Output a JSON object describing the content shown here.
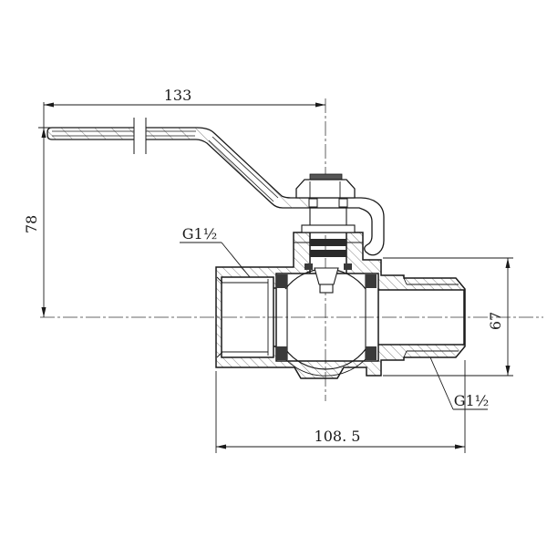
{
  "drawing": {
    "dims": {
      "handle_length": "133",
      "height_to_handle": "78",
      "body_hex_height": "67",
      "body_length": "108. 5"
    },
    "threads": {
      "left": "G1½",
      "right": "G1½"
    },
    "colors": {
      "line": "#1a1a1a",
      "background": "#ffffff",
      "seat_fill": "#3a3a3a",
      "oring_fill": "#2a2a2a",
      "washer_fill": "#555555"
    }
  }
}
